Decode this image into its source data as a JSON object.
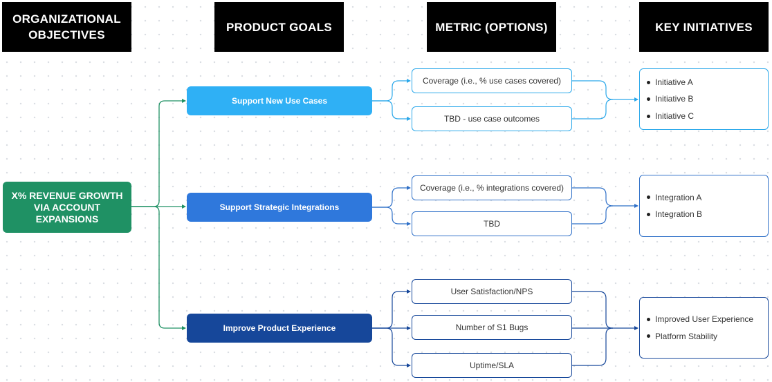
{
  "headers": {
    "objectives": "ORGANIZATIONAL OBJECTIVES",
    "goals": "PRODUCT GOALS",
    "metrics": "METRIC (OPTIONS)",
    "initiatives": "KEY INITIATIVES"
  },
  "objective": "X% REVENUE GROWTH VIA ACCOUNT EXPANSIONS",
  "goals": [
    "Support New Use Cases",
    "Support Strategic Integrations",
    "Improve Product Experience"
  ],
  "metrics": [
    "Coverage (i.e., % use cases covered)",
    "TBD - use case outcomes",
    "Coverage (i.e., % integrations covered)",
    "TBD",
    "User Satisfaction/NPS",
    "Number of S1 Bugs",
    "Uptime/SLA"
  ],
  "initiatives": [
    [
      "Initiative A",
      "Initiative B",
      "Initiative C"
    ],
    [
      "Integration A",
      "Integration B"
    ],
    [
      "Improved User Experience",
      "Platform Stability"
    ]
  ],
  "colors": {
    "objective": "#1f9164",
    "goal_light": "#2fb0f5",
    "goal_mid": "#2f78dc",
    "goal_dark": "#16479a",
    "header": "#000000"
  }
}
